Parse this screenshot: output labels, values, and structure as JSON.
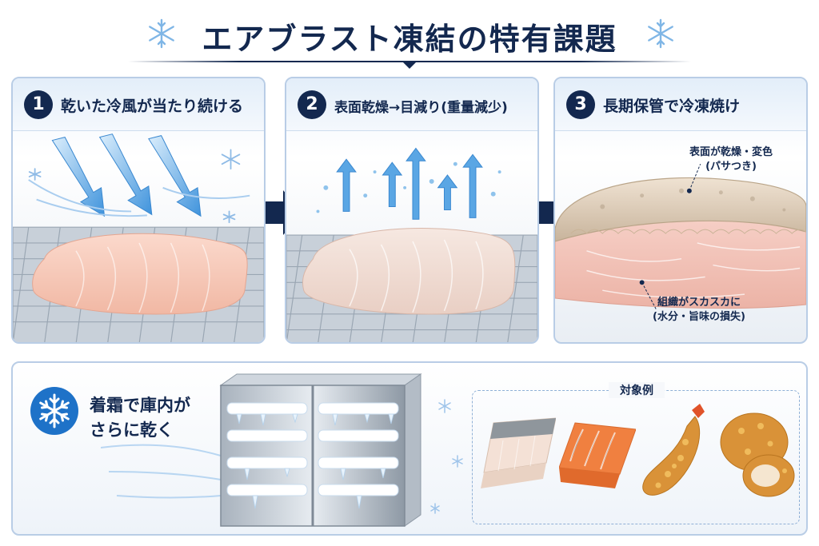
{
  "title": "エアブラスト凍結の特有課題",
  "steps": [
    {
      "number": "1",
      "title": "乾いた冷風が当たり続ける"
    },
    {
      "number": "2",
      "title": "表面乾燥→目減り(重量減少)"
    },
    {
      "number": "3",
      "title": "長期保管で冷凍焼け"
    }
  ],
  "callouts": {
    "surface_line1": "表面が乾燥・変色",
    "surface_line2": "(パサつき)",
    "tissue_line1": "組織がスカスカに",
    "tissue_line2": "(水分・旨味の損失)"
  },
  "frost": {
    "line1": "着霜で庫内が",
    "line2": "さらに乾く"
  },
  "examples": {
    "label": "対象例"
  },
  "colors": {
    "navy": "#13284f",
    "accent_blue": "#1e72c8",
    "panel_border": "#b9cde6",
    "arrow_blue": "#4a9be0"
  }
}
